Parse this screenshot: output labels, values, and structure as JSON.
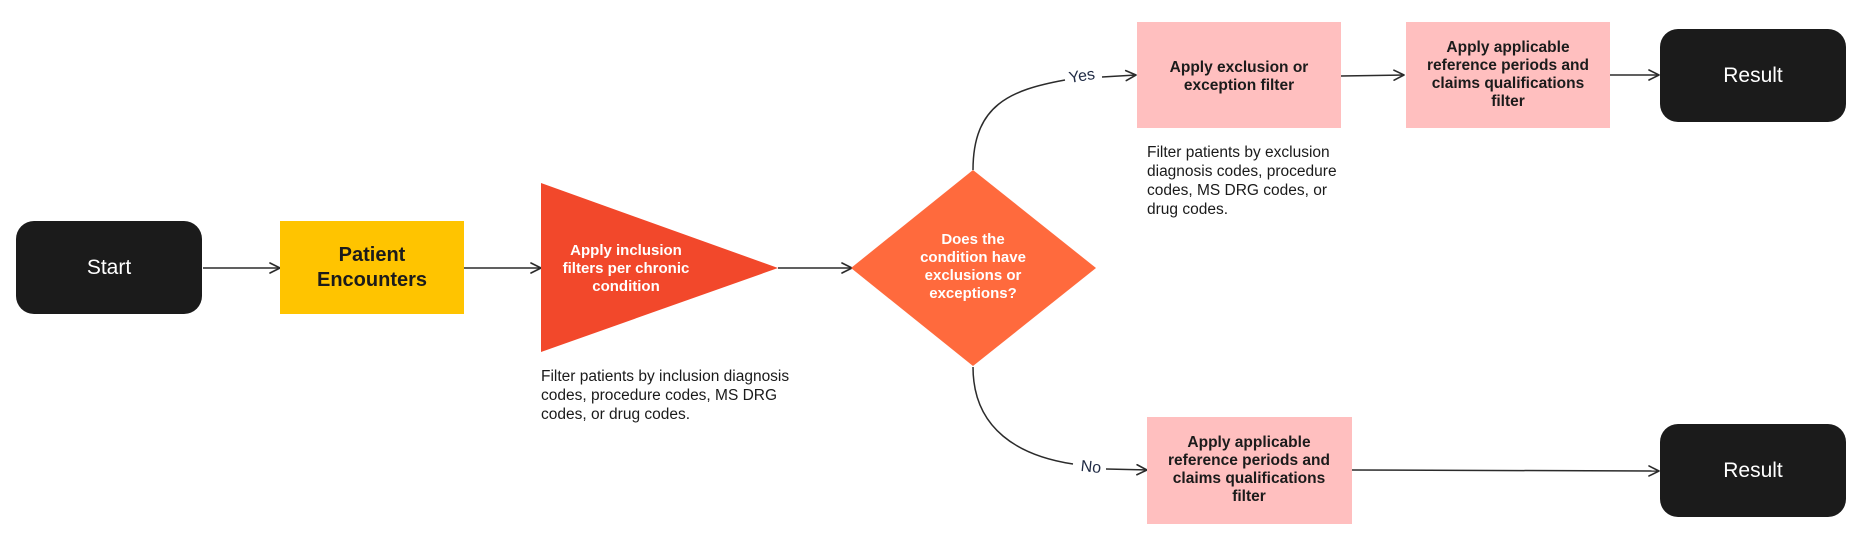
{
  "colors": {
    "terminal": "#1b1b1b",
    "patient_box": "#ffc400",
    "triangle": "#f2482b",
    "diamond": "#ff6a3d",
    "filter_box": "#ffbfbf",
    "line": "#2b2b2b"
  },
  "nodes": {
    "start": {
      "label": "Start"
    },
    "patient": {
      "line1": "Patient",
      "line2": "Encounters"
    },
    "inclusion": {
      "line1": "Apply inclusion",
      "line2": "filters per chronic",
      "line3": "condition"
    },
    "decision": {
      "line1": "Does the",
      "line2": "condition have",
      "line3": "exclusions or",
      "line4": "exceptions?"
    },
    "exclusion": {
      "line1": "Apply exclusion or",
      "line2": "exception filter"
    },
    "ref_yes": {
      "line1": "Apply applicable",
      "line2": "reference periods and",
      "line3": "claims qualifications",
      "line4": "filter"
    },
    "ref_no": {
      "line1": "Apply applicable",
      "line2": "reference periods and",
      "line3": "claims qualifications",
      "line4": "filter"
    },
    "result_top": {
      "label": "Result"
    },
    "result_bottom": {
      "label": "Result"
    }
  },
  "edges": {
    "yes_label": "Yes",
    "no_label": "No"
  },
  "notes": {
    "inclusion": {
      "line1": "Filter patients by inclusion diagnosis",
      "line2": "codes, procedure codes, MS DRG",
      "line3": "codes, or drug codes."
    },
    "exclusion": {
      "line1": "Filter patients by exclusion",
      "line2": "diagnosis codes, procedure",
      "line3": "codes, MS DRG codes, or",
      "line4": "drug codes."
    }
  }
}
